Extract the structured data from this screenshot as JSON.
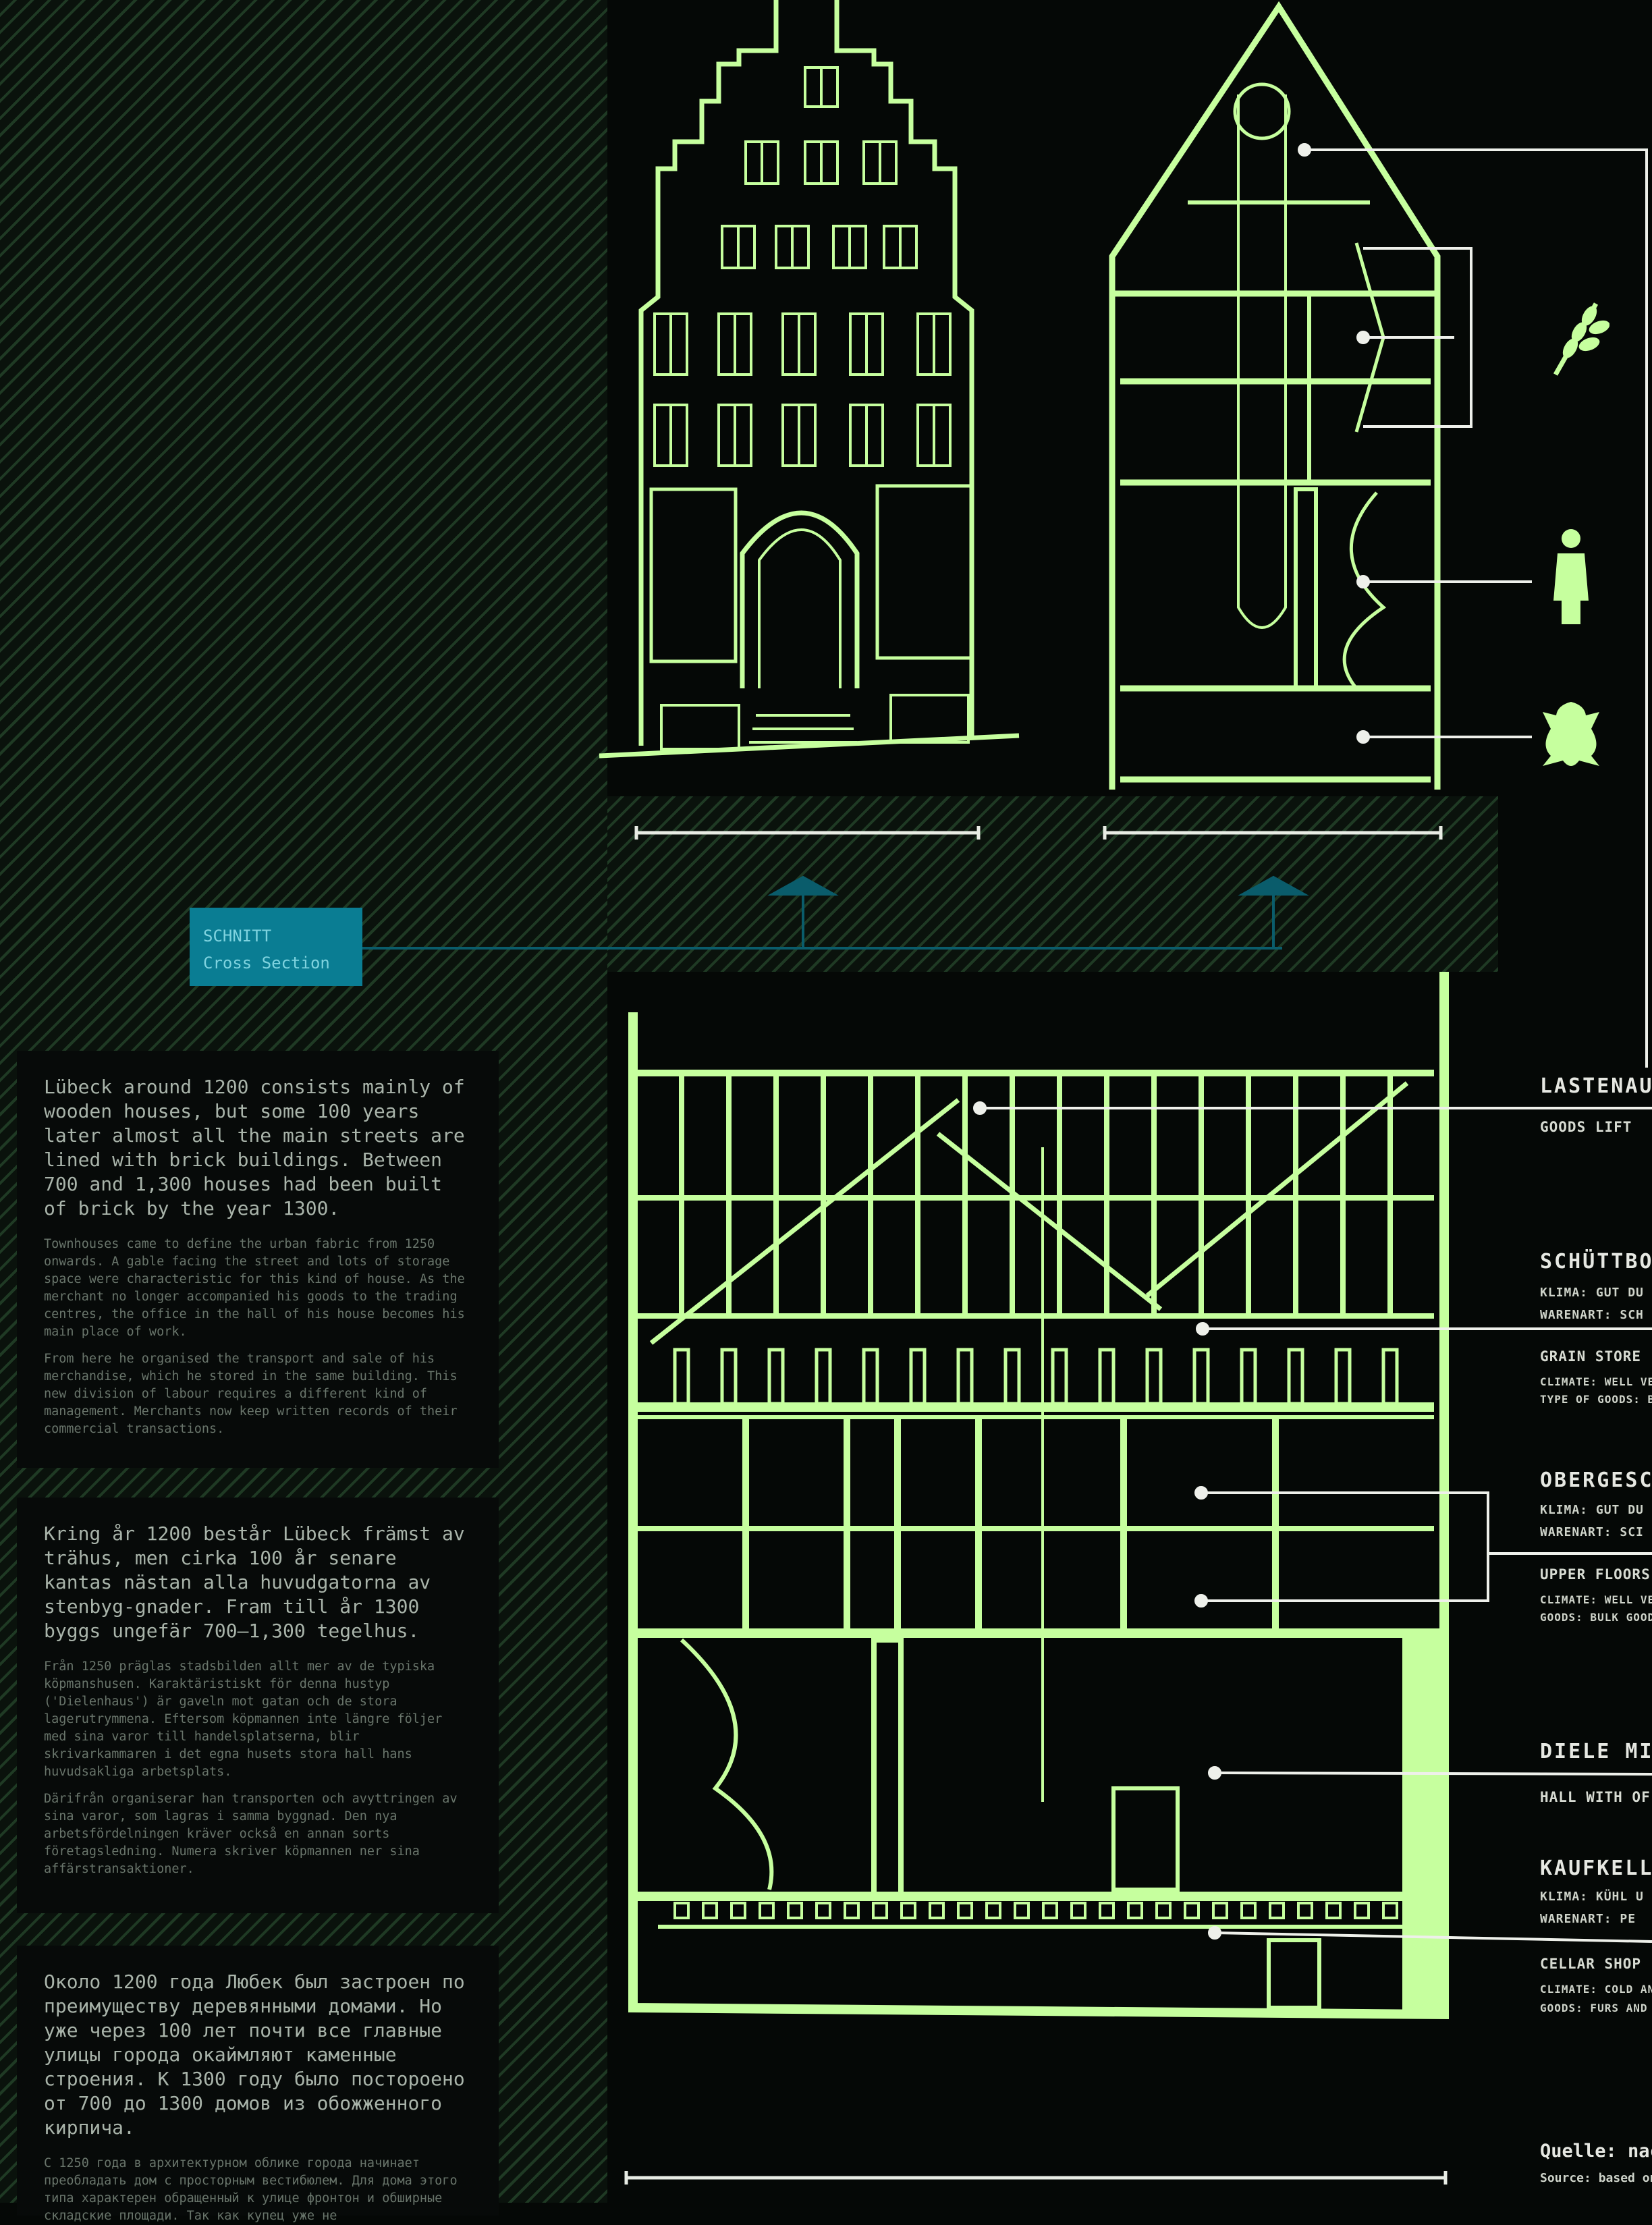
{
  "colors": {
    "drawing": "#c6ff9e",
    "background": "#050806",
    "hatch": "#1f3a24",
    "schnitt_box": "#0a7d93",
    "label_text": "#e6e8e2"
  },
  "schnitt": {
    "title": "SCHNITT",
    "subtitle": "Cross Section"
  },
  "panels": [
    {
      "lang": "en",
      "lead": "Lübeck around 1200 consists mainly of wooden houses, but some 100 years later almost all the main streets are lined with brick buildings. Between 700 and 1,300 houses had been built of brick by the year 1300.",
      "body": [
        "Townhouses came to define the urban fabric from 1250 onwards. A gable facing the street and lots of storage space were characteristic for this kind of house. As the merchant no longer accompanied his goods to the trading centres, the office in the hall of his house becomes his main place of work.",
        "From here he organised the transport and sale of his merchandise, which he stored in the same building. This new division of labour requires a different kind of management. Merchants now keep written records of their commercial transactions."
      ]
    },
    {
      "lang": "sv",
      "lead": "Kring år 1200 består Lübeck främst av trähus, men cirka 100 år senare kantas nästan alla huvudgatorna av stenbyg-gnader. Fram till år 1300 byggs ungefär 700–1,300 tegelhus.",
      "body": [
        "Från 1250 präglas stadsbilden allt mer av de typiska köpmanshusen. Karaktäristiskt för denna hustyp ('Dielenhaus') är gaveln mot gatan och de stora lagerutrymmena. Eftersom köpmannen inte längre följer med sina varor till handelsplatserna, blir skrivarkammaren i det egna husets stora hall hans huvudsakliga arbetsplats.",
        "Därifrån organiserar han transporten och avyttringen av sina varor, som lagras i samma byggnad. Den nya arbetsfördelningen kräver också en annan sorts företagsledning. Numera skriver köpmannen ner sina affärstransaktioner."
      ]
    },
    {
      "lang": "ru",
      "lead": "Около 1200 года Любек был застроен по преимуществу деревянными домами. Но уже через 100 лет почти все главные улицы города окаймляют каменные строения. К 1300 году было постороено от 700 до 1300 домов из обожженного кирпича.",
      "body": [
        "С 1250 года в архитектурном облике города начинает преобладать дом с просторным вестибюлем. Для дома этого типа характерен обращенный к улице фронтон и обширные складские площади. Так как купец уже не"
      ]
    }
  ],
  "labels": [
    {
      "id": "lastenaufzug",
      "de": "LASTENAU",
      "en": "GOODS LIFT"
    },
    {
      "id": "schuettboden",
      "de": "SCHÜTTBO",
      "de_lines": [
        "KLIMA: GUT DU",
        "WARENART: SCH"
      ],
      "en": "GRAIN STORE",
      "en_lines": [
        "CLIMATE: WELL VE",
        "TYPE OF GOODS: BU"
      ]
    },
    {
      "id": "obergeschoss",
      "de": "OBERGESC",
      "de_lines": [
        "KLIMA: GUT DU",
        "WARENART: SCI"
      ],
      "en": "UPPER FLOORS",
      "en_lines": [
        "CLIMATE: WELL VE",
        "GOODS: BULK GOOD"
      ]
    },
    {
      "id": "diele",
      "de": "DIELE MIT",
      "en": "HALL WITH OF"
    },
    {
      "id": "kaufkeller",
      "de": "KAUFKELL",
      "de_lines": [
        "KLIMA: KÜHL U",
        "WARENART: PE"
      ],
      "en": "CELLAR SHOP",
      "en_lines": [
        "CLIMATE: COLD AN",
        "GOODS: FURS AND"
      ]
    }
  ],
  "source": {
    "de": "Quelle: nach",
    "en": "Source: based on"
  },
  "icons": [
    "wheat-icon",
    "merchant-person-icon",
    "fur-pelt-icon"
  ]
}
